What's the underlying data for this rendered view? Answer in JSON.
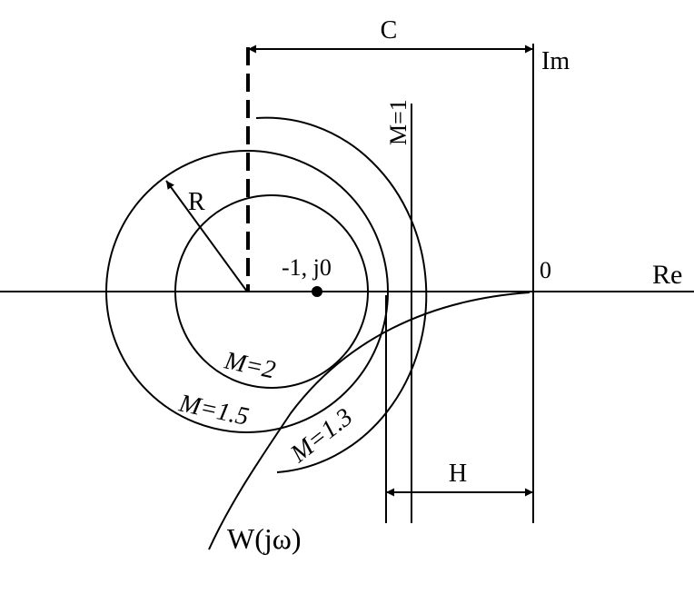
{
  "diagram": {
    "labels": {
      "c": "C",
      "im": "Im",
      "re": "Re",
      "zero": "0",
      "m1": "M=1",
      "r": "R",
      "point": "-1, j0",
      "m2": "M=2",
      "m15": "M=1.5",
      "m13": "M=1.3",
      "h": "H",
      "w": "W(jω)"
    }
  }
}
